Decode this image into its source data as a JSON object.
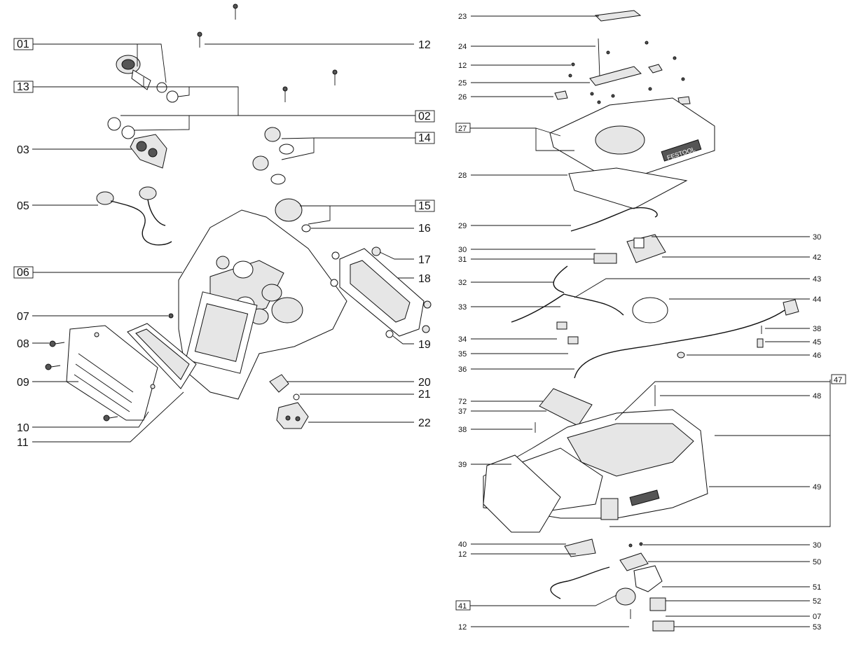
{
  "left_labels": [
    {
      "id": "01",
      "boxed": true
    },
    {
      "id": "13",
      "boxed": true
    },
    {
      "id": "03",
      "boxed": false
    },
    {
      "id": "05",
      "boxed": false
    },
    {
      "id": "06",
      "boxed": true
    },
    {
      "id": "07",
      "boxed": false
    },
    {
      "id": "08",
      "boxed": false
    },
    {
      "id": "09",
      "boxed": false
    },
    {
      "id": "10",
      "boxed": false
    },
    {
      "id": "11",
      "boxed": false
    },
    {
      "id": "12",
      "boxed": false
    },
    {
      "id": "02",
      "boxed": true
    },
    {
      "id": "14",
      "boxed": true
    },
    {
      "id": "15",
      "boxed": true
    },
    {
      "id": "16",
      "boxed": false
    },
    {
      "id": "17",
      "boxed": false
    },
    {
      "id": "18",
      "boxed": false
    },
    {
      "id": "19",
      "boxed": false
    },
    {
      "id": "20",
      "boxed": false
    },
    {
      "id": "21",
      "boxed": false
    },
    {
      "id": "22",
      "boxed": false
    }
  ],
  "right_labels": [
    {
      "id": "23",
      "boxed": false
    },
    {
      "id": "24",
      "boxed": false
    },
    {
      "id": "12",
      "boxed": false
    },
    {
      "id": "25",
      "boxed": false
    },
    {
      "id": "26",
      "boxed": false
    },
    {
      "id": "27",
      "boxed": true
    },
    {
      "id": "28",
      "boxed": false
    },
    {
      "id": "29",
      "boxed": false
    },
    {
      "id": "30",
      "boxed": false
    },
    {
      "id": "31",
      "boxed": false
    },
    {
      "id": "32",
      "boxed": false
    },
    {
      "id": "33",
      "boxed": false
    },
    {
      "id": "34",
      "boxed": false
    },
    {
      "id": "35",
      "boxed": false
    },
    {
      "id": "36",
      "boxed": false
    },
    {
      "id": "72",
      "boxed": false
    },
    {
      "id": "37",
      "boxed": false
    },
    {
      "id": "38",
      "boxed": false
    },
    {
      "id": "39",
      "boxed": false
    },
    {
      "id": "40",
      "boxed": false
    },
    {
      "id": "12",
      "boxed": false
    },
    {
      "id": "41",
      "boxed": true
    },
    {
      "id": "12",
      "boxed": false
    },
    {
      "id": "30",
      "boxed": false
    },
    {
      "id": "42",
      "boxed": false
    },
    {
      "id": "43",
      "boxed": false
    },
    {
      "id": "44",
      "boxed": false
    },
    {
      "id": "38",
      "boxed": false
    },
    {
      "id": "45",
      "boxed": false
    },
    {
      "id": "46",
      "boxed": false
    },
    {
      "id": "47",
      "boxed": true
    },
    {
      "id": "48",
      "boxed": false
    },
    {
      "id": "49",
      "boxed": false
    },
    {
      "id": "30",
      "boxed": false
    },
    {
      "id": "50",
      "boxed": false
    },
    {
      "id": "51",
      "boxed": false
    },
    {
      "id": "52",
      "boxed": false
    },
    {
      "id": "07",
      "boxed": false
    },
    {
      "id": "53",
      "boxed": false
    }
  ],
  "brand_mark": "FESTOOL"
}
